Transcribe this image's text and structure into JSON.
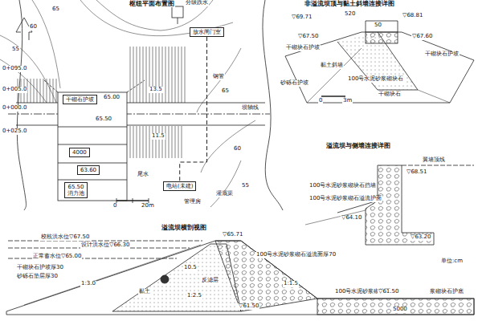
{
  "diagram": {
    "nodes": [
      {
        "text": [
          "放水闸门室"
        ]
      },
      {
        "text": [
          "电站(未建)"
        ]
      },
      {
        "text": [
          "干砌石护坡"
        ]
      },
      {
        "text": [
          "4000"
        ]
      },
      {
        "text": [
          "63.60"
        ]
      },
      {
        "text": [
          "65.50",
          "消力池"
        ]
      }
    ],
    "edges": [
      {
        "from": 0,
        "to": 1,
        "arrow": "none"
      }
    ],
    "labels": [
      "枢纽平面布置图",
      "分级跌水",
      "钢管",
      "坝轴线",
      "0+095.0",
      "0+005.0",
      "0+000.0",
      "0+025.0",
      "55",
      "60",
      "65",
      "55",
      "60",
      "65",
      "13.5",
      "11.5",
      "65.00",
      "65.50",
      "尾水",
      "管理房",
      "灌溉渠",
      "0",
      "20m",
      "非溢流坝顶与黏土斜墙连接详图",
      "▽69.71",
      "520",
      "▽68.81",
      "50",
      "▽67.50",
      "▽67.60",
      "干砌块石护坡",
      "干砌块石护坡",
      "黏土斜墙",
      "100号水泥砂浆砌块石",
      "砂砾石护坡",
      "干砌块石",
      "0",
      "3m",
      "溢流坝与侧墙连接详图",
      "翼墙顶线",
      "▽68.51",
      "100号水泥砂浆砌块石挡墙",
      "100号水泥砂浆砌石溢流护面",
      "▽64.10",
      "▽63.20",
      "单位:cm",
      "溢流坝横剖视图",
      "校核洪水位▽67.50",
      "设计洪水位▽66.30",
      "正常蓄水位▽65.00",
      "▽65.71",
      "干砌块石护坡厚30",
      "砂砾石垫层厚30",
      "1:3.0",
      "黏土",
      "10.5",
      "反滤层",
      "1:2.5",
      "100号水泥砂浆砌石溢流面厚70",
      "1:1.5",
      "▽61.50",
      "100号水泥砂浆砌块石",
      "▽61.50",
      "浆砌块石护底",
      "5000"
    ]
  }
}
